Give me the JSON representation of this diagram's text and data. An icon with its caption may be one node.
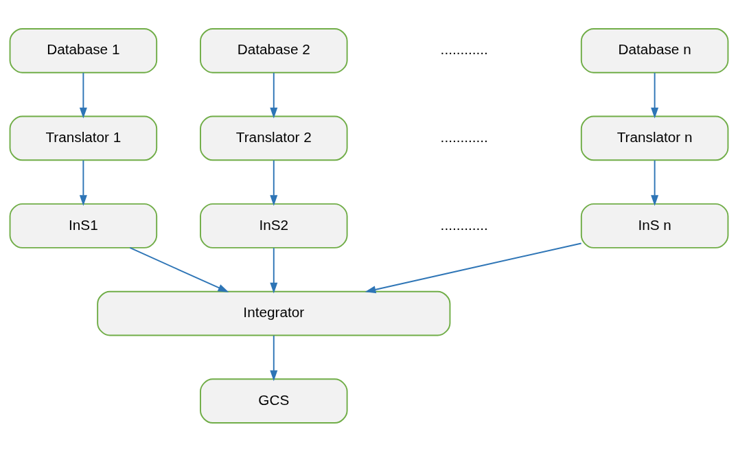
{
  "diagram": {
    "nodes": [
      {
        "text": [
          "Database 1"
        ]
      },
      {
        "text": [
          "Database 2"
        ]
      },
      {
        "text": [
          "Database n"
        ]
      },
      {
        "text": [
          "Translator 1"
        ]
      },
      {
        "text": [
          "Translator 2"
        ]
      },
      {
        "text": [
          "Translator n"
        ]
      },
      {
        "text": [
          "InS1"
        ]
      },
      {
        "text": [
          "InS2"
        ]
      },
      {
        "text": [
          "InS n"
        ]
      },
      {
        "text": [
          "Integrator"
        ]
      },
      {
        "text": [
          "GCS"
        ]
      }
    ],
    "edges": [
      {
        "from": 0,
        "to": 3,
        "arrow": "to"
      },
      {
        "from": 1,
        "to": 4,
        "arrow": "to"
      },
      {
        "from": 2,
        "to": 5,
        "arrow": "to"
      },
      {
        "from": 3,
        "to": 6,
        "arrow": "to"
      },
      {
        "from": 4,
        "to": 7,
        "arrow": "to"
      },
      {
        "from": 5,
        "to": 8,
        "arrow": "to"
      },
      {
        "from": 6,
        "to": 9,
        "arrow": "to"
      },
      {
        "from": 7,
        "to": 9,
        "arrow": "to"
      },
      {
        "from": 8,
        "to": 9,
        "arrow": "to"
      },
      {
        "from": 9,
        "to": 10,
        "arrow": "to"
      }
    ],
    "labels": [
      "............",
      "............",
      "............"
    ]
  }
}
